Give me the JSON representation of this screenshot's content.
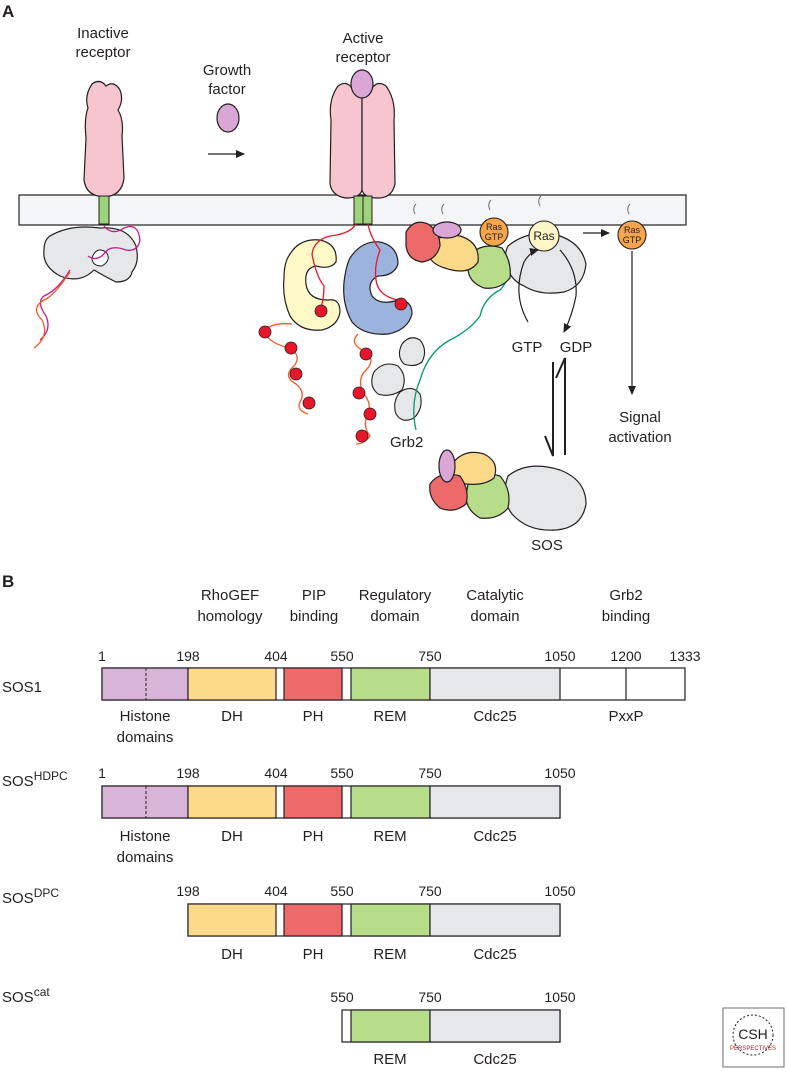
{
  "panel_a": {
    "label": "A",
    "inactive_receptor": [
      "Inactive",
      "receptor"
    ],
    "growth_factor": [
      "Growth",
      "factor"
    ],
    "active_receptor": [
      "Active",
      "receptor"
    ],
    "ras_gtp": [
      "Ras",
      "GTP"
    ],
    "ras": "Ras",
    "gtp": "GTP",
    "gdp": "GDP",
    "signal_activation": [
      "Signal",
      "activation"
    ],
    "grb2": "Grb2",
    "sos": "SOS"
  },
  "panel_b": {
    "label": "B",
    "headers": [
      [
        "RhoGEF",
        "homology"
      ],
      [
        "PIP",
        "binding"
      ],
      [
        "Regulatory",
        "domain"
      ],
      [
        "Catalytic",
        "domain"
      ],
      [
        "Grb2",
        "binding"
      ]
    ],
    "constructs": [
      {
        "name": "SOS",
        "superscript": "",
        "full": "SOS1",
        "positions": [
          "1",
          "198",
          "404",
          "550",
          "750",
          "1050",
          "1200",
          "1333"
        ],
        "domains": [
          "Histone domains",
          "DH",
          "PH",
          "REM",
          "Cdc25",
          "PxxP"
        ]
      },
      {
        "name": "SOS",
        "superscript": "HDPC",
        "positions": [
          "1",
          "198",
          "404",
          "550",
          "750",
          "1050"
        ],
        "domains": [
          "Histone domains",
          "DH",
          "PH",
          "REM",
          "Cdc25"
        ]
      },
      {
        "name": "SOS",
        "superscript": "DPC",
        "positions": [
          "198",
          "404",
          "550",
          "750",
          "1050"
        ],
        "domains": [
          "DH",
          "PH",
          "REM",
          "Cdc25"
        ]
      },
      {
        "name": "SOS",
        "superscript": "cat",
        "positions": [
          "550",
          "750",
          "1050"
        ],
        "domains": [
          "REM",
          "Cdc25"
        ]
      }
    ],
    "histone_lines": [
      "Histone",
      "domains"
    ]
  },
  "logo": {
    "letters": "CSH",
    "word": "PERSPECTIVES"
  },
  "colors": {
    "histone": "#d8b4d8",
    "dh": "#fdd98a",
    "ph": "#ee6a6a",
    "rem": "#b7dc8a",
    "cdc25": "#e6e7e8",
    "receptor": "#f6c5d0",
    "growth_factor": "#d9a6d6",
    "ras_gtp": "#f7a54a",
    "ras": "#fff6c8",
    "membrane": "#f3f5f6",
    "adaptor_yellow": "#fff9c8",
    "adaptor_blue": "#9cb4dd",
    "phospho": "#e8162b"
  }
}
